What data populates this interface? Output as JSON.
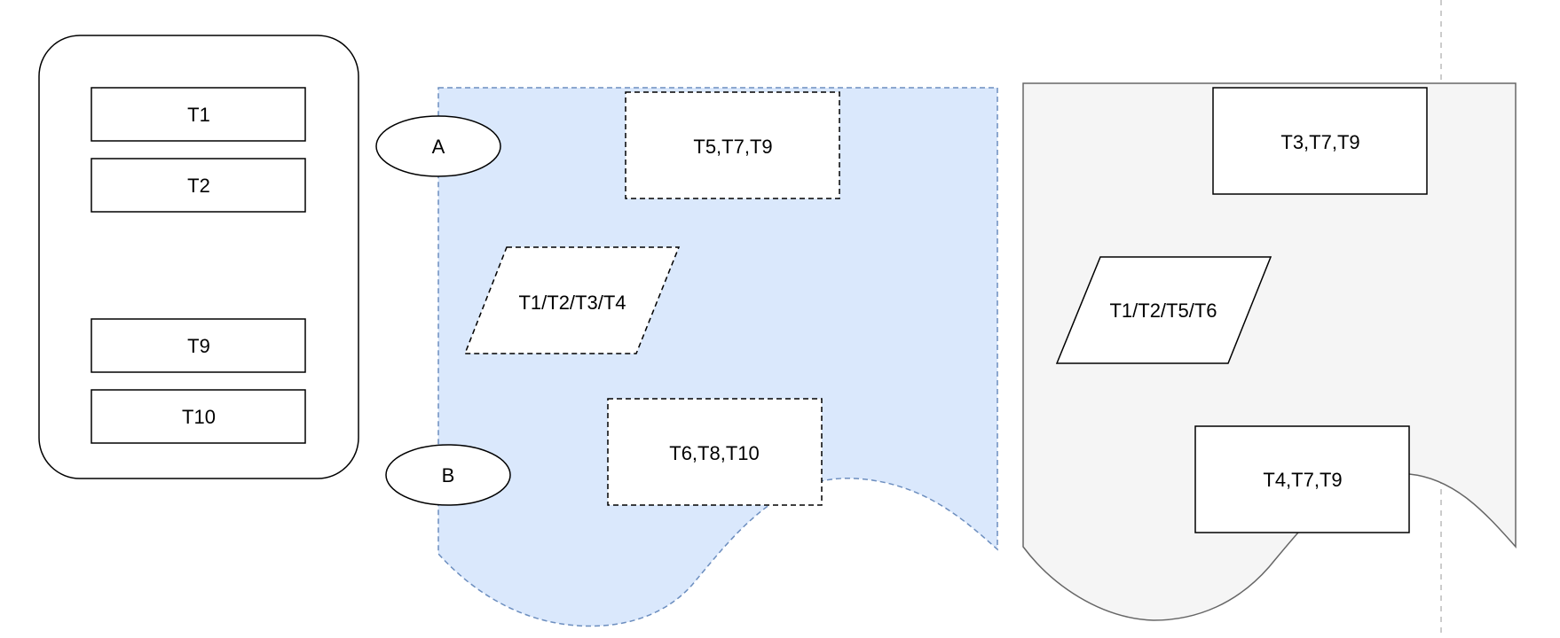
{
  "colors": {
    "stroke": "#000000",
    "blue_fill": "#dae8fc",
    "blue_stroke": "#6c8ebf",
    "gray_fill": "#f5f5f5",
    "gray_stroke": "#666666",
    "guide": "#bbbbbb"
  },
  "left_group": {
    "items": [
      "T1",
      "T2",
      "T9",
      "T10"
    ]
  },
  "ellipses": {
    "a": "A",
    "b": "B"
  },
  "blue_doc": {
    "top_box": "T5,T7,T9",
    "parallelogram": "T1/T2/T3/T4",
    "bottom_box": "T6,T8,T10"
  },
  "gray_doc": {
    "top_box": "T3,T7,T9",
    "parallelogram": "T1/T2/T5/T6",
    "bottom_box": "T4,T7,T9"
  }
}
